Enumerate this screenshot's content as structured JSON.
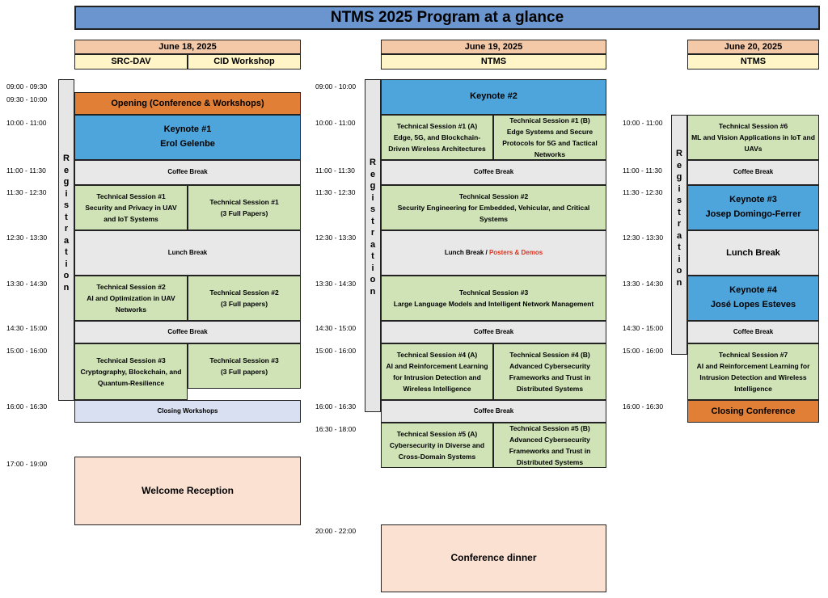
{
  "title": "NTMS 2025 Program at a glance",
  "days": {
    "d1": {
      "date": "June 18, 2025",
      "track_a": "SRC-DAV",
      "track_b": "CID Workshop"
    },
    "d2": {
      "date": "June 19, 2025",
      "track": "NTMS"
    },
    "d3": {
      "date": "June 20, 2025",
      "track": "NTMS"
    }
  },
  "registration_label": "R\ne\ng\ni\ns\nt\nr\na\nt\ni\no\nn",
  "times1": {
    "t0900": "09:00 - 09:30",
    "t0930": "09:30 - 10:00",
    "t1000": "10:00 - 11:00",
    "t1100": "11:00 - 11:30",
    "t1130": "11:30 - 12:30",
    "t1230": "12:30 - 13:30",
    "t1330": "13:30 - 14:30",
    "t1430": "14:30 - 15:00",
    "t1500": "15:00 - 16:00",
    "t1600": "16:00 - 16:30",
    "t1700": "17:00 - 19:00"
  },
  "times2": {
    "t0900": "09:00 - 10:00",
    "t1000": "10:00 - 11:00",
    "t1100": "11:00 - 11:30",
    "t1130": "11:30 - 12:30",
    "t1230": "12:30 - 13:30",
    "t1330": "13:30 - 14:30",
    "t1430": "14:30 - 15:00",
    "t1500": "15:00 - 16:00",
    "t1600": "16:00 - 16:30",
    "t1630": "16:30 - 18:00",
    "t2000": "20:00 - 22:00"
  },
  "times3": {
    "t1000": "10:00 - 11:00",
    "t1100": "11:00 - 11:30",
    "t1130": "11:30 - 12:30",
    "t1230": "12:30 - 13:30",
    "t1330": "13:30 - 14:30",
    "t1430": "14:30 - 15:00",
    "t1500": "15:00 - 16:00",
    "t1600": "16:00 - 16:30"
  },
  "day1": {
    "opening": "Opening (Conference & Workshops)",
    "keynote1": "Keynote #1\nErol Gelenbe",
    "coffee": "Coffee Break",
    "ts1a": "Technical Session #1\nSecurity and Privacy in UAV\nand IoT Systems",
    "ts1b": "Technical Session #1\n(3 Full Papers)",
    "lunch": "Lunch Break",
    "ts2a": "Technical Session #2\nAI and Optimization in UAV\nNetworks",
    "ts2b": "Technical Session #2\n(3 Full papers)",
    "ts3a": "Technical Session #3\nCryptography, Blockchain, and\nQuantum-Resilience",
    "ts3b": "Technical Session #3\n(3 Full papers)",
    "closing": "Closing Workshops",
    "reception": "Welcome Reception"
  },
  "day2": {
    "keynote2": "Keynote #2",
    "ts1a": "Technical Session #1 (A)\nEdge, 5G, and Blockchain-\nDriven Wireless Architectures",
    "ts1b": "Technical Session #1 (B)\nEdge Systems and Secure\nProtocols for 5G and Tactical\nNetworks",
    "coffee": "Coffee Break",
    "ts2": "Technical Session #2\nSecurity Engineering for Embedded, Vehicular, and Critical\nSystems",
    "lunch": "Lunch Break / ",
    "posters": "Posters & Demos",
    "ts3": "Technical Session #3\nLarge Language Models and Intelligent Network Management",
    "ts4a": "Technical Session #4 (A)\nAI and Reinforcement Learning\nfor Intrusion Detection and\nWireless Intelligence",
    "ts4b": "Technical Session #4 (B)\nAdvanced Cybersecurity\nFrameworks and Trust in\nDistributed Systems",
    "ts5a": "Technical Session #5 (A)\nCybersecurity in Diverse and\nCross-Domain Systems",
    "ts5b": "Technical Session #5 (B)\nAdvanced Cybersecurity\nFrameworks and Trust in\nDistributed Systems",
    "dinner": "Conference dinner"
  },
  "day3": {
    "ts6": "Technical Session #6\nML and Vision Applications in IoT and\nUAVs",
    "coffee": "Coffee Break",
    "keynote3": "Keynote   #3\nJosep Domingo-Ferrer",
    "lunch": "Lunch Break",
    "keynote4": "Keynote   #4\nJosé Lopes Esteves",
    "ts7": "Technical Session #7\nAI and Reinforcement Learning for\nIntrusion Detection and Wireless\nIntelligence",
    "closing": "Closing Conference"
  },
  "colors": {
    "title": "#6a95cf",
    "date": "#f4c9a8",
    "track": "#fff5c6",
    "session": "#cfe3b7",
    "break": "#e8e8e8",
    "keynote": "#4ea5dc",
    "opening": "#e07f35",
    "social": "#fbe1d2",
    "closing_ws": "#d9e0f1",
    "demo_text": "#e0321e"
  }
}
